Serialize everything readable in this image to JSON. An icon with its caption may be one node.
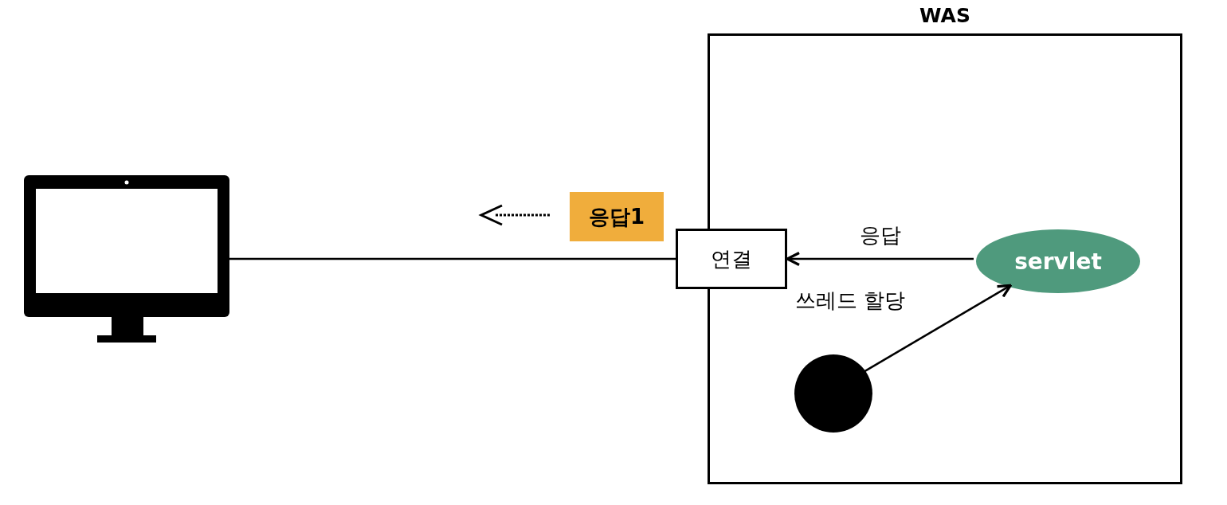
{
  "diagram": {
    "nodes": [
      {
        "text": [
          "WAS"
        ]
      },
      {
        "text": [],
        "shape": "picture"
      },
      {
        "text": [
          "연결"
        ]
      },
      {
        "text": [
          "응답1"
        ]
      },
      {
        "text": [
          "servlet"
        ],
        "in": 0
      },
      {
        "text": [],
        "shape": "circle",
        "in": 0
      }
    ],
    "edges": [
      {
        "from": 1,
        "to": 2,
        "arrow": "none"
      },
      {
        "from": 4,
        "to": 2,
        "arrow": "to",
        "label": "응답"
      },
      {
        "from": 5,
        "to": 4,
        "arrow": "to",
        "label": "쓰레드 할당"
      }
    ]
  }
}
